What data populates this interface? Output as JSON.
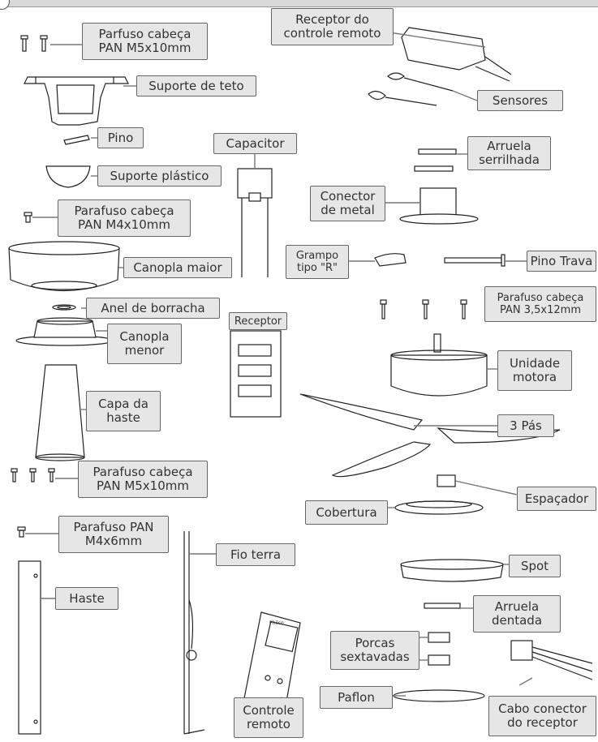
{
  "labels": {
    "parafuso_pan_m5_top": [
      "Parfuso cabeça",
      "PAN M5x10mm"
    ],
    "receptor_controle": [
      "Receptor do",
      "controle remoto"
    ],
    "suporte_teto": [
      "Suporte de teto"
    ],
    "sensores": [
      "Sensores"
    ],
    "pino": [
      "Pino"
    ],
    "capacitor": [
      "Capacitor"
    ],
    "arruela_serrilhada": [
      "Arruela",
      "serrilhada"
    ],
    "suporte_plastico": [
      "Suporte plástico"
    ],
    "conector_metal": [
      "Conector",
      "de metal"
    ],
    "parafuso_pan_m4": [
      "Parafuso cabeça",
      "PAN M4x10mm"
    ],
    "grampo_r": [
      "Grampo",
      "tipo \"R\""
    ],
    "pino_trava": [
      "Pino Trava"
    ],
    "canopla_maior": [
      "Canopla maior"
    ],
    "parafuso_pan_3_5": [
      "Parafuso cabeça",
      "PAN 3,5x12mm"
    ],
    "anel_borracha": [
      "Anel de borracha"
    ],
    "receptor": [
      "Receptor"
    ],
    "canopla_menor": [
      "Canopla",
      "menor"
    ],
    "unidade_motora": [
      "Unidade",
      "motora"
    ],
    "capa_haste": [
      "Capa da",
      "haste"
    ],
    "tres_pas": [
      "3 Pás"
    ],
    "parafuso_pan_m5_bottom": [
      "Parafuso cabeça",
      "PAN M5x10mm"
    ],
    "espacador": [
      "Espaçador"
    ],
    "cobertura": [
      "Cobertura"
    ],
    "parafuso_pan_m4x6": [
      "Parafuso PAN",
      "M4x6mm"
    ],
    "fio_terra": [
      "Fio terra"
    ],
    "spot": [
      "Spot"
    ],
    "haste": [
      "Haste"
    ],
    "arruela_dentada": [
      "Arruela",
      "dentada"
    ],
    "porcas_sextavadas": [
      "Porcas",
      "sextavadas"
    ],
    "paflon": [
      "Paflon"
    ],
    "controle_remoto": [
      "Controle",
      "remoto"
    ],
    "cabo_conector": [
      "Cabo conector",
      "do receptor"
    ]
  },
  "remote_brand": "Philco"
}
